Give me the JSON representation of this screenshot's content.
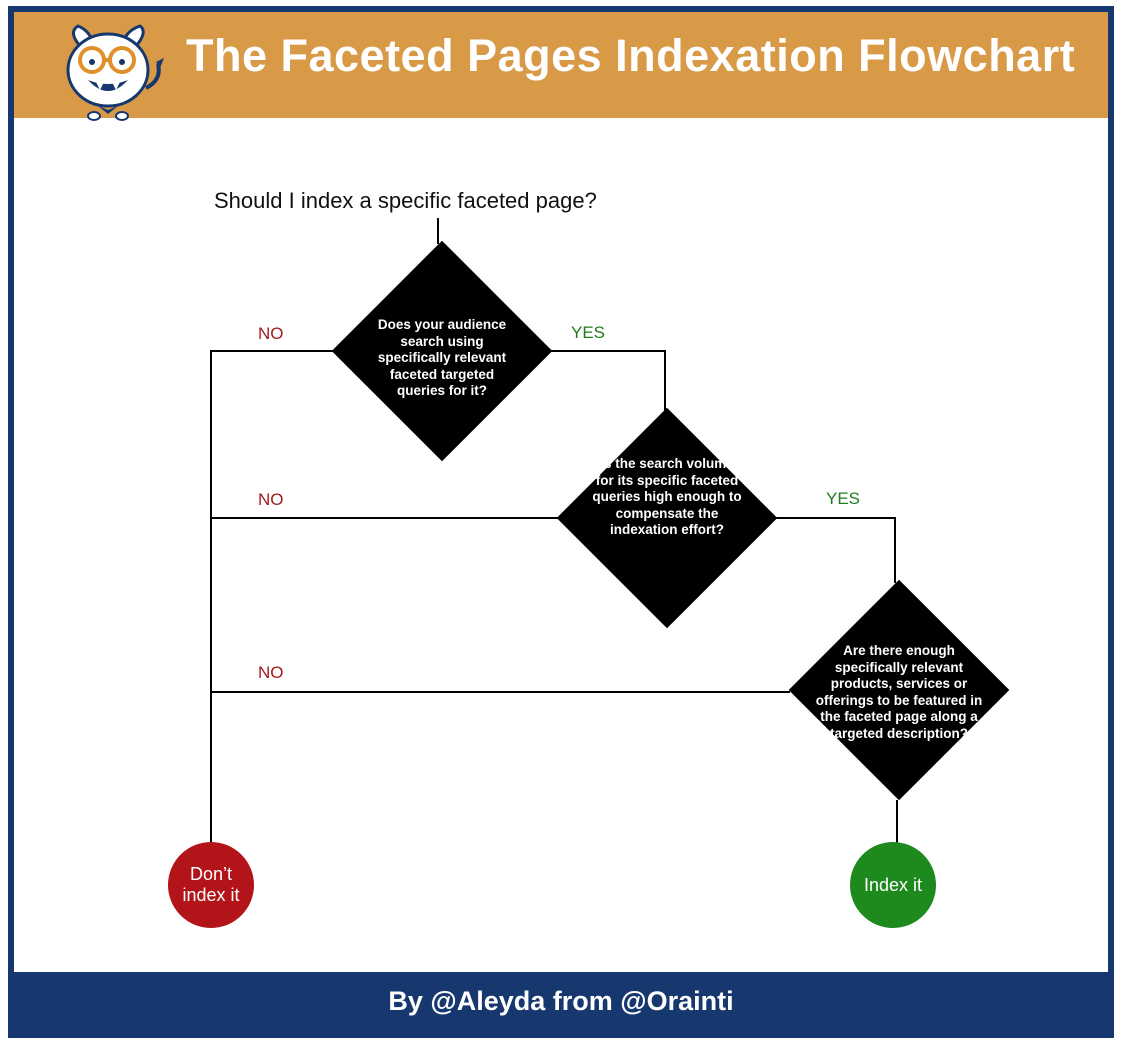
{
  "header": {
    "title": "The Faceted Pages Indexation Flowchart"
  },
  "question": "Should I index a specific faceted page?",
  "decisions": [
    {
      "text": "Does your audience search using specifically relevant faceted targeted queries for it?",
      "no_label": "NO",
      "yes_label": "YES"
    },
    {
      "text": "Is the search volume for its specific faceted queries high enough to compensate the indexation effort?",
      "no_label": "NO",
      "yes_label": "YES"
    },
    {
      "text": "Are there enough specifically relevant products, services or offerings to be featured in the faceted page along a targeted description?",
      "no_label": "NO"
    }
  ],
  "outcomes": {
    "negative": "Don’t index it",
    "positive": "Index it"
  },
  "footer": {
    "byline": "By @Aleyda from @Orainti"
  },
  "colors": {
    "header_bg": "#d99a48",
    "frame_navy": "#17386f",
    "no_red": "#a31a1a",
    "yes_green": "#1e7d1e",
    "dont_circle": "#b2141a",
    "index_circle": "#1e8a1e"
  }
}
